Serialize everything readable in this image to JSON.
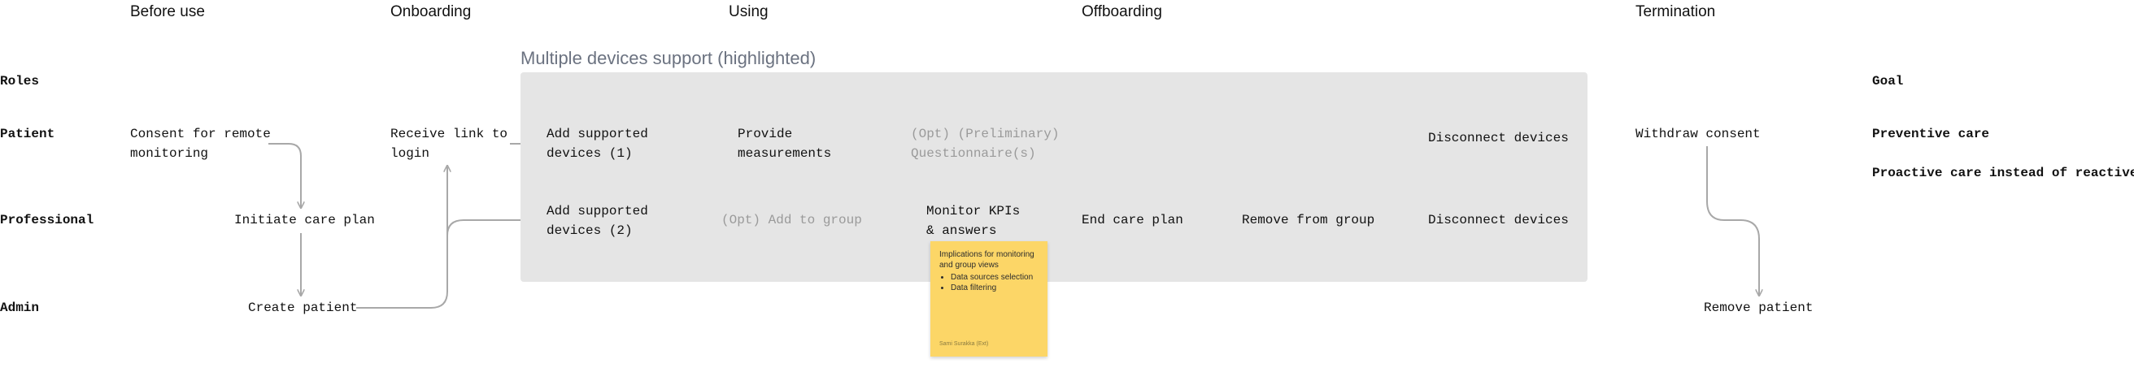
{
  "phases": [
    "Before use",
    "Onboarding",
    "Using",
    "Offboarding",
    "Termination"
  ],
  "band_label": "Multiple devices support (highlighted)",
  "roles": {
    "roles": "Roles",
    "patient": "Patient",
    "professional": "Professional",
    "admin": "Admin"
  },
  "goal_header": "Goal",
  "goals": [
    "Preventive care",
    "Proactive care instead of reactive"
  ],
  "nodes": {
    "consent": "Consent for remote\nmonitoring",
    "initiate": "Initiate care plan",
    "create_patient": "Create patient",
    "receive_link": "Receive link to\nlogin",
    "add_devices_1": "Add supported\ndevices (1)",
    "add_devices_2": "Add supported\ndevices (2)",
    "provide_measurements": "Provide\nmeasurements",
    "opt_add_group": "(Opt) Add to group",
    "opt_questionnaire": "(Opt) (Preliminary)\nQuestionnaire(s)",
    "monitor_kpis": "Monitor KPIs\n& answers",
    "end_care_plan": "End care plan",
    "remove_group": "Remove from group",
    "disconnect_patient": "Disconnect devices",
    "disconnect_prof": "Disconnect devices",
    "withdraw": "Withdraw consent",
    "remove_patient": "Remove patient"
  },
  "sticky": {
    "title": "Implications for monitoring and group views",
    "items": [
      "Data sources selection",
      "Data filtering"
    ],
    "author": "Sami Surakka (Ext)"
  },
  "colors": {
    "band": "#e5e5e5",
    "sticky": "#fcd667",
    "connector": "#a8a8a8",
    "muted_text": "#9a9a9a"
  }
}
